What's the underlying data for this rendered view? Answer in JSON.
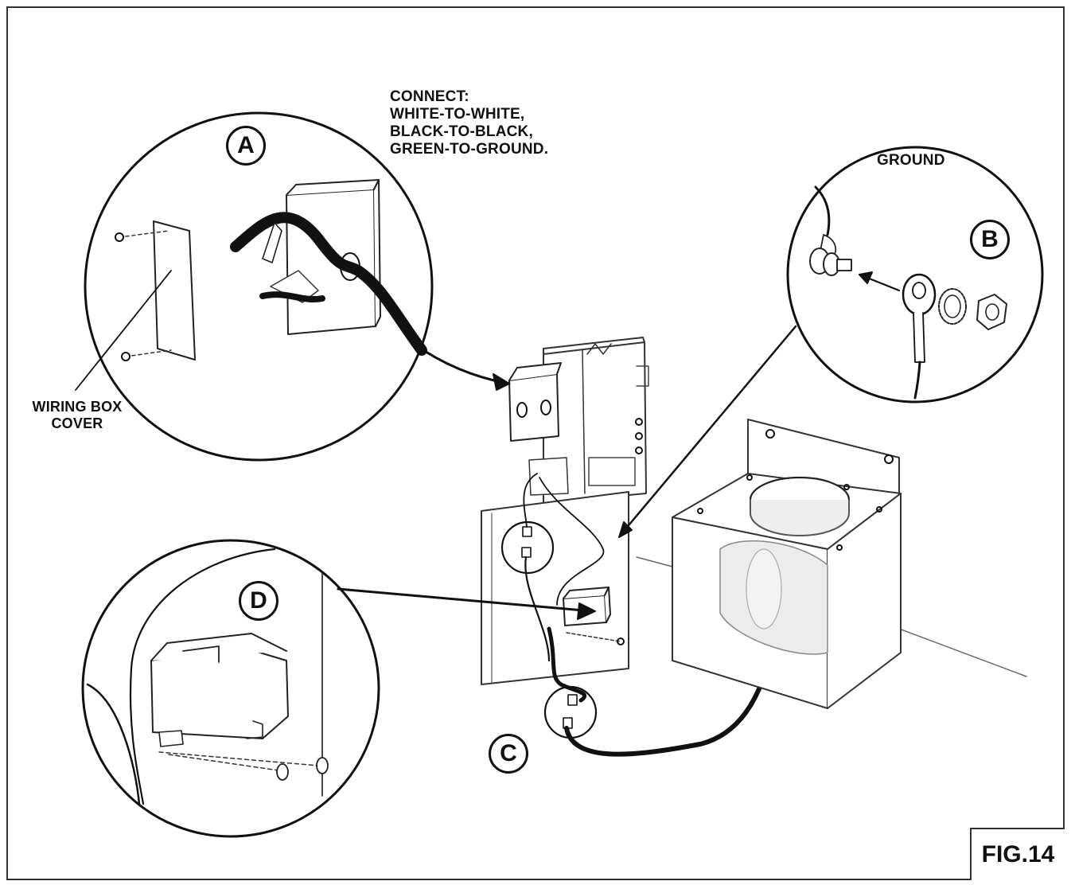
{
  "figure": {
    "label": "FIG.14"
  },
  "callouts": {
    "a": "A",
    "b": "B",
    "c": "C",
    "d": "D"
  },
  "notes": {
    "connect": [
      "CONNECT:",
      "WHITE-TO-WHITE,",
      "BLACK-TO-BLACK,",
      "GREEN-TO-GROUND."
    ],
    "ground": "GROUND",
    "wiring_box_cover": [
      "WIRING BOX",
      "COVER"
    ]
  }
}
